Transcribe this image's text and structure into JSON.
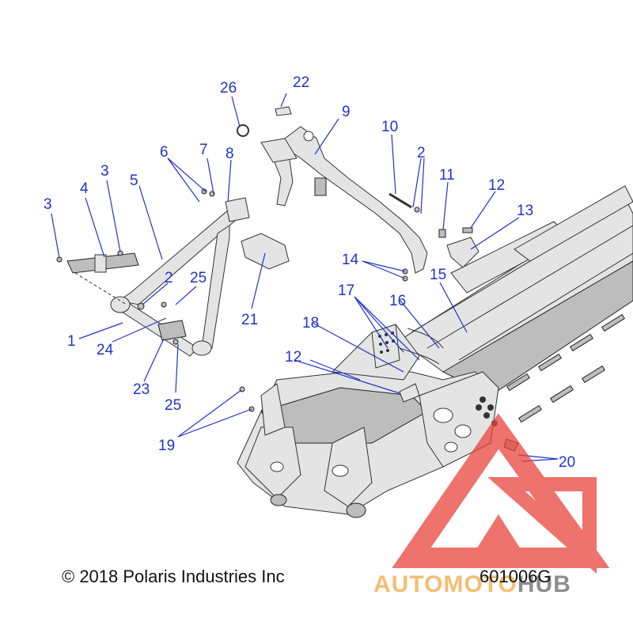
{
  "diagram": {
    "copyright": "© 2018 Polaris Industries Inc",
    "drawing_number": "601006G",
    "callouts": [
      {
        "id": "c1",
        "label": "1"
      },
      {
        "id": "c2a",
        "label": "2"
      },
      {
        "id": "c2b",
        "label": "2"
      },
      {
        "id": "c3a",
        "label": "3"
      },
      {
        "id": "c3b",
        "label": "3"
      },
      {
        "id": "c4",
        "label": "4"
      },
      {
        "id": "c5",
        "label": "5"
      },
      {
        "id": "c6",
        "label": "6"
      },
      {
        "id": "c7",
        "label": "7"
      },
      {
        "id": "c8",
        "label": "8"
      },
      {
        "id": "c9",
        "label": "9"
      },
      {
        "id": "c10",
        "label": "10"
      },
      {
        "id": "c11",
        "label": "11"
      },
      {
        "id": "c12a",
        "label": "12"
      },
      {
        "id": "c12b",
        "label": "12"
      },
      {
        "id": "c13",
        "label": "13"
      },
      {
        "id": "c14",
        "label": "14"
      },
      {
        "id": "c15",
        "label": "15"
      },
      {
        "id": "c16",
        "label": "16"
      },
      {
        "id": "c17",
        "label": "17"
      },
      {
        "id": "c18",
        "label": "18"
      },
      {
        "id": "c19",
        "label": "19"
      },
      {
        "id": "c20",
        "label": "20"
      },
      {
        "id": "c21",
        "label": "21"
      },
      {
        "id": "c22",
        "label": "22"
      },
      {
        "id": "c23",
        "label": "23"
      },
      {
        "id": "c24",
        "label": "24"
      },
      {
        "id": "c25a",
        "label": "25"
      },
      {
        "id": "c25b",
        "label": "25"
      },
      {
        "id": "c26",
        "label": "26"
      }
    ]
  },
  "watermark": {
    "word_part1": "AUTO",
    "word_part2": "MOTO",
    "word_part3": "HUB",
    "color_primary": "#e8453c",
    "color_accent": "#f2b35a",
    "color_dark": "#7a7a7a"
  },
  "colors": {
    "callout": "#2233cc",
    "linework": "#333333"
  }
}
